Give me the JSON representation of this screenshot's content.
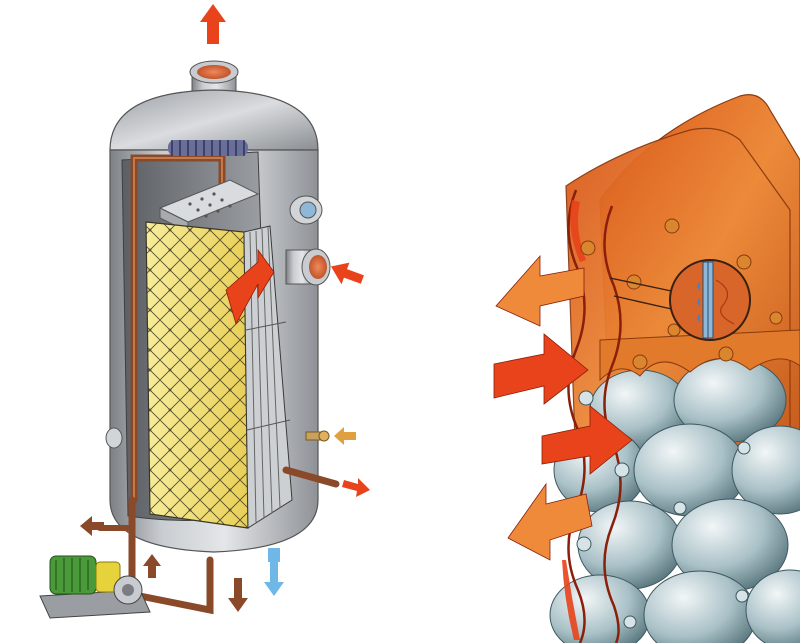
{
  "figure": {
    "panels": [
      "vessel-cutaway",
      "plate-closeup"
    ],
    "labels": []
  },
  "colors": {
    "background": "#ffffff",
    "vessel_shell": "#bfc3c7",
    "vessel_shadow": "#6f7378",
    "vessel_interior": "#8a8e92",
    "plate_pack": "#f3e07a",
    "plate_mesh": "#3a3525",
    "copper_pipe": "#8a4a2a",
    "hot_flow_arrow": "#e8431b",
    "warm_flow_arrow": "#ef7a2a",
    "orange_plate": "#e0701e",
    "orange_plate_dark": "#b84a12",
    "cool_bubble": "#b8cfd4",
    "cool_bubble_dark": "#5f7f88",
    "blue_stream": "#6fb7e6",
    "pump_green": "#4a9a3a",
    "pump_yellow": "#e6d23a"
  },
  "flows": [
    {
      "name": "vapor-outlet-top",
      "direction": "up"
    },
    {
      "name": "side-inlet-upper",
      "direction": "left"
    },
    {
      "name": "side-inlet-lower-small",
      "direction": "left"
    },
    {
      "name": "side-outlet-lower",
      "direction": "right"
    },
    {
      "name": "bottom-left-outlet",
      "direction": "left"
    },
    {
      "name": "bottom-drain-brown",
      "direction": "down"
    },
    {
      "name": "bottom-drain-blue",
      "direction": "down"
    },
    {
      "name": "pump-discharge-up",
      "direction": "up"
    }
  ]
}
